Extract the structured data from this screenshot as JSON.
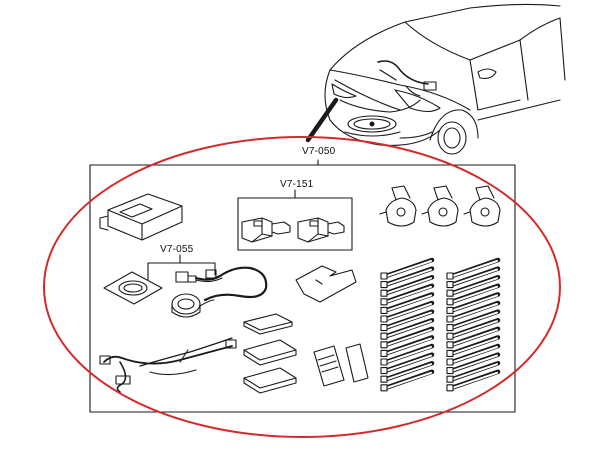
{
  "labels": {
    "kit_main": "V7-050",
    "sub_kit_a": "V7-151",
    "sub_kit_b": "V7-055"
  },
  "colors": {
    "ink": "#1a1a1a",
    "highlight_ellipse": "#d42a2a",
    "background": "#ffffff"
  },
  "icons": [
    "car-front-view-icon",
    "control-module-icon",
    "relay-connector-icon",
    "harness-clip-icon",
    "cable-tie-icon",
    "foam-pad-icon",
    "instruction-booklet-icon",
    "wiring-harness-icon",
    "sensor-plug-icon",
    "bracket-plate-icon"
  ]
}
